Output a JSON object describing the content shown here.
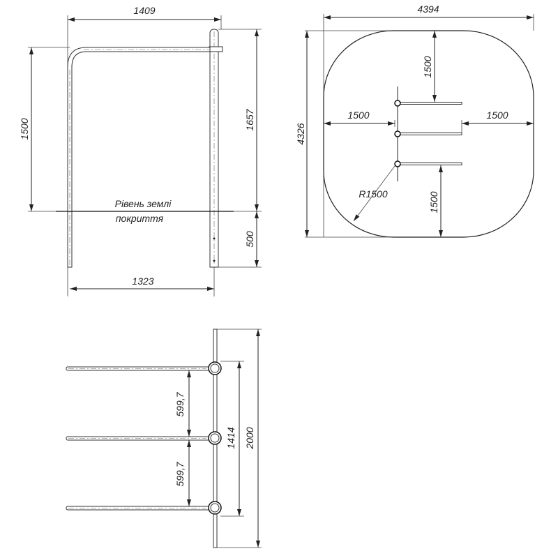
{
  "side_view": {
    "dim_top_width": "1409",
    "dim_bar_height": "1500",
    "dim_post_height": "1657",
    "dim_buried_depth": "500",
    "dim_bottom_width": "1323",
    "ground_label_line1": "Рівень землі",
    "ground_label_line2": "покриття"
  },
  "plan_view": {
    "dim_width": "4394",
    "dim_height": "4326",
    "dim_top_clearance": "1500",
    "dim_left_clearance": "1500",
    "dim_right_clearance": "1500",
    "dim_bottom_clearance": "1500",
    "dim_corner_radius": "R1500"
  },
  "top_view": {
    "dim_spacing_1": "599,7",
    "dim_spacing_2": "599,7",
    "dim_rod_span": "1414",
    "dim_beam_length": "2000"
  }
}
